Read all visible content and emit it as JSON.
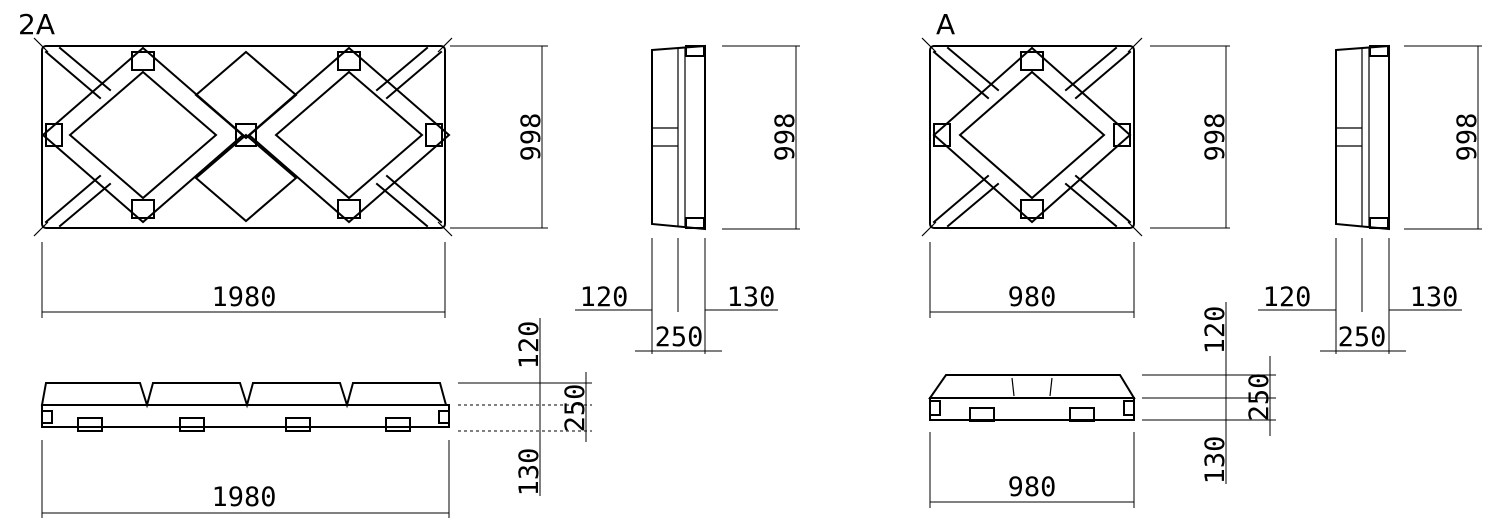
{
  "views": {
    "2A": {
      "label": "2A",
      "width": "1980",
      "height": "998",
      "side_front": "120",
      "side_back": "130",
      "side_total": "250",
      "front_top": "120",
      "front_total": "250",
      "front_bottom": "130",
      "front_width": "1980"
    },
    "A": {
      "label": "A",
      "width": "980",
      "height": "998",
      "side_front": "120",
      "side_back": "130",
      "side_total": "250",
      "front_top": "120",
      "front_total": "250",
      "front_bottom": "130",
      "front_width": "980"
    }
  }
}
